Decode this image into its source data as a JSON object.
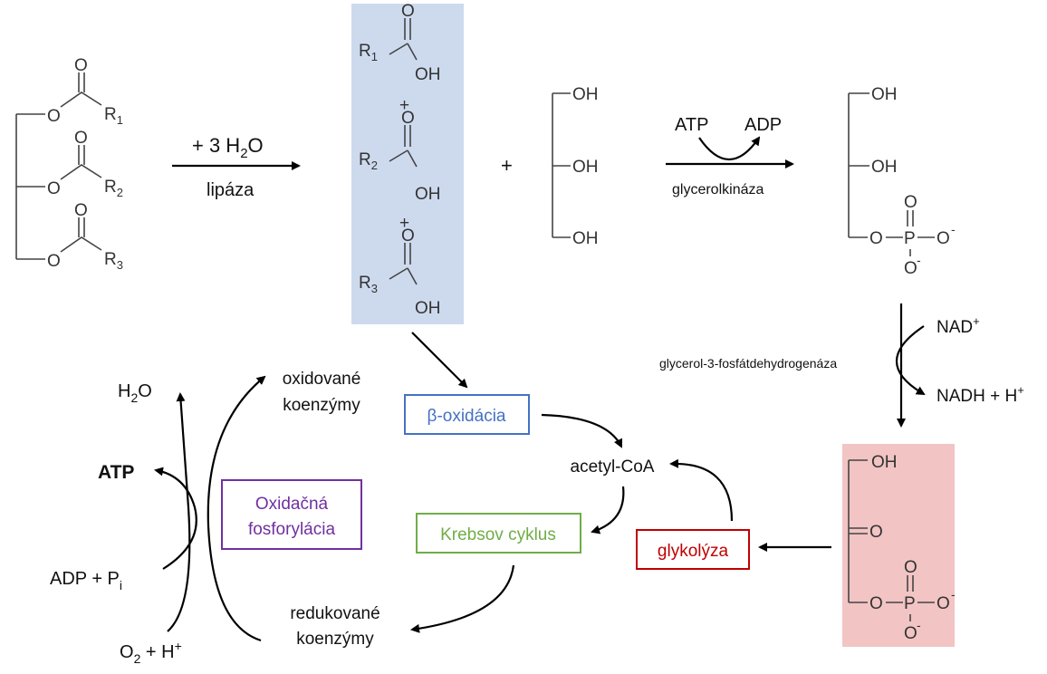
{
  "colors": {
    "fatty_acid_box": "#cddaee",
    "dhap_box": "#f2c4c4",
    "beta_oxidation": "#4472c4",
    "krebs": "#70ad47",
    "glycolysis": "#c00000",
    "oxphos": "#7030a0"
  },
  "triglyceride": {
    "o": "O",
    "r1": "R",
    "r1_sub": "1",
    "r2": "R",
    "r2_sub": "2",
    "r3": "R",
    "r3_sub": "3"
  },
  "hydrolysis": {
    "reagent_prefix": "+ 3 H",
    "reagent_sub": "2",
    "reagent_suffix": "O",
    "enzyme": "lipáza"
  },
  "fatty_acids": {
    "o": "O",
    "oh": "OH",
    "plus": "+",
    "r1": "R",
    "r1_sub": "1",
    "r2": "R",
    "r2_sub": "2",
    "r3": "R",
    "r3_sub": "3"
  },
  "glycerol": {
    "plus": "+",
    "oh": "OH"
  },
  "kinase": {
    "atp": "ATP",
    "adp": "ADP",
    "enzyme": "glycerolkináza"
  },
  "glycerol_phosphate": {
    "oh": "OH",
    "o": "O",
    "p": "P",
    "minus": "-"
  },
  "dehydrogenase": {
    "enzyme": "glycerol-3-fosfátdehydrogenáza",
    "nad": "NAD",
    "nad_sup": "+",
    "nadh": "NADH + H",
    "nadh_sup": "+"
  },
  "dhap": {
    "oh": "OH",
    "o": "O",
    "p": "P",
    "minus": "-"
  },
  "pathway": {
    "beta_oxidation": "β-oxidácia",
    "acetyl_coa": "acetyl-CoA",
    "krebs": "Krebsov cyklus",
    "glycolysis": "glykolýza",
    "oxphos_line1": "Oxidačná",
    "oxphos_line2": "fosforylácia",
    "oxidized_line1": "oxidované",
    "oxidized_line2": "koenzýmy",
    "reduced_line1": "redukované",
    "reduced_line2": "koenzýmy",
    "water_prefix": "H",
    "water_sub": "2",
    "water_suffix": "O",
    "atp": "ATP",
    "adp_prefix": "ADP + P",
    "adp_sub": "i",
    "o2_prefix": "O",
    "o2_sub": "2",
    "o2_mid": " + H",
    "o2_sup": "+"
  }
}
